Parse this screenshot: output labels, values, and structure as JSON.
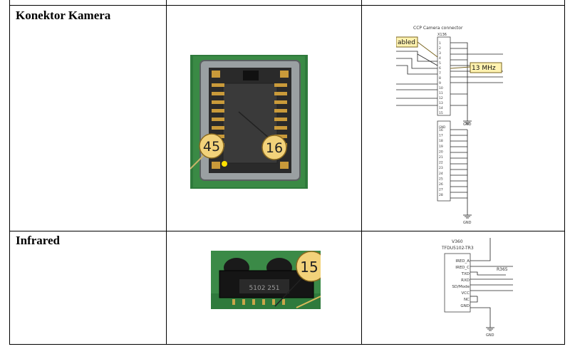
{
  "rows": [
    {
      "label": "Konektor Kamera",
      "photo": {
        "callouts": [
          "45",
          "16"
        ]
      },
      "schematic": {
        "title": "CCP Camera connector",
        "ref": "X136",
        "pins_top": [
          "1",
          "2",
          "3",
          "4",
          "5",
          "6",
          "7",
          "8",
          "9",
          "10",
          "11",
          "12",
          "13",
          "14",
          "15"
        ],
        "pins_bottom": [
          "16",
          "17",
          "18",
          "19",
          "20",
          "21",
          "22",
          "23",
          "24",
          "25",
          "26",
          "27",
          "28"
        ],
        "tag_enabled": "abled",
        "tag_clock": "13 MHz",
        "gnd_label": "GND"
      }
    },
    {
      "label": "Infrared",
      "photo": {
        "callouts": [
          "15"
        ],
        "chip_marking": "5102 251"
      },
      "schematic": {
        "ref": "V360",
        "part": "TFDU5102-TR3",
        "pins": [
          "IRED_A",
          "IRED_C",
          "TXD",
          "RXD",
          "SD/Mode",
          "VCC",
          "NC",
          "GND"
        ],
        "resistor_ref": "R365",
        "gnd_label": "GND"
      }
    }
  ]
}
